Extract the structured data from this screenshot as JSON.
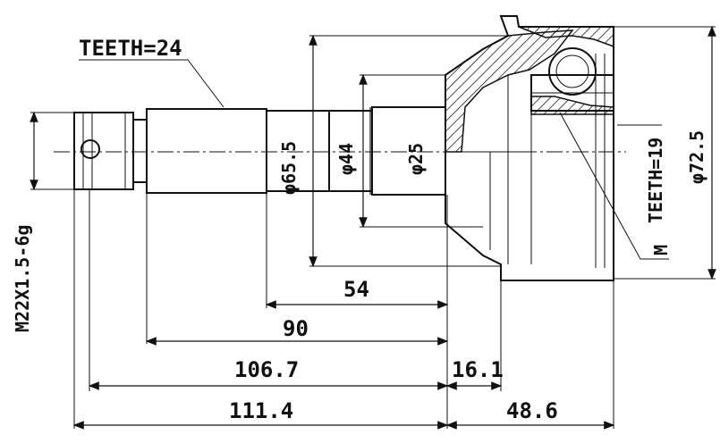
{
  "labels": {
    "teeth_outer": "TEETH=24",
    "teeth_inner": "TEETH=19",
    "thread": "M22X1.5-6g",
    "d655": "φ65.5",
    "d44": "φ44",
    "d25": "φ25",
    "d725": "φ72.5",
    "len54": "54",
    "len90": "90",
    "len1067": "106.7",
    "len161": "16.1",
    "len1114": "111.4",
    "len486": "48.6",
    "mark_m": "M"
  },
  "colors": {
    "line": "#111111",
    "background": "#ffffff"
  }
}
